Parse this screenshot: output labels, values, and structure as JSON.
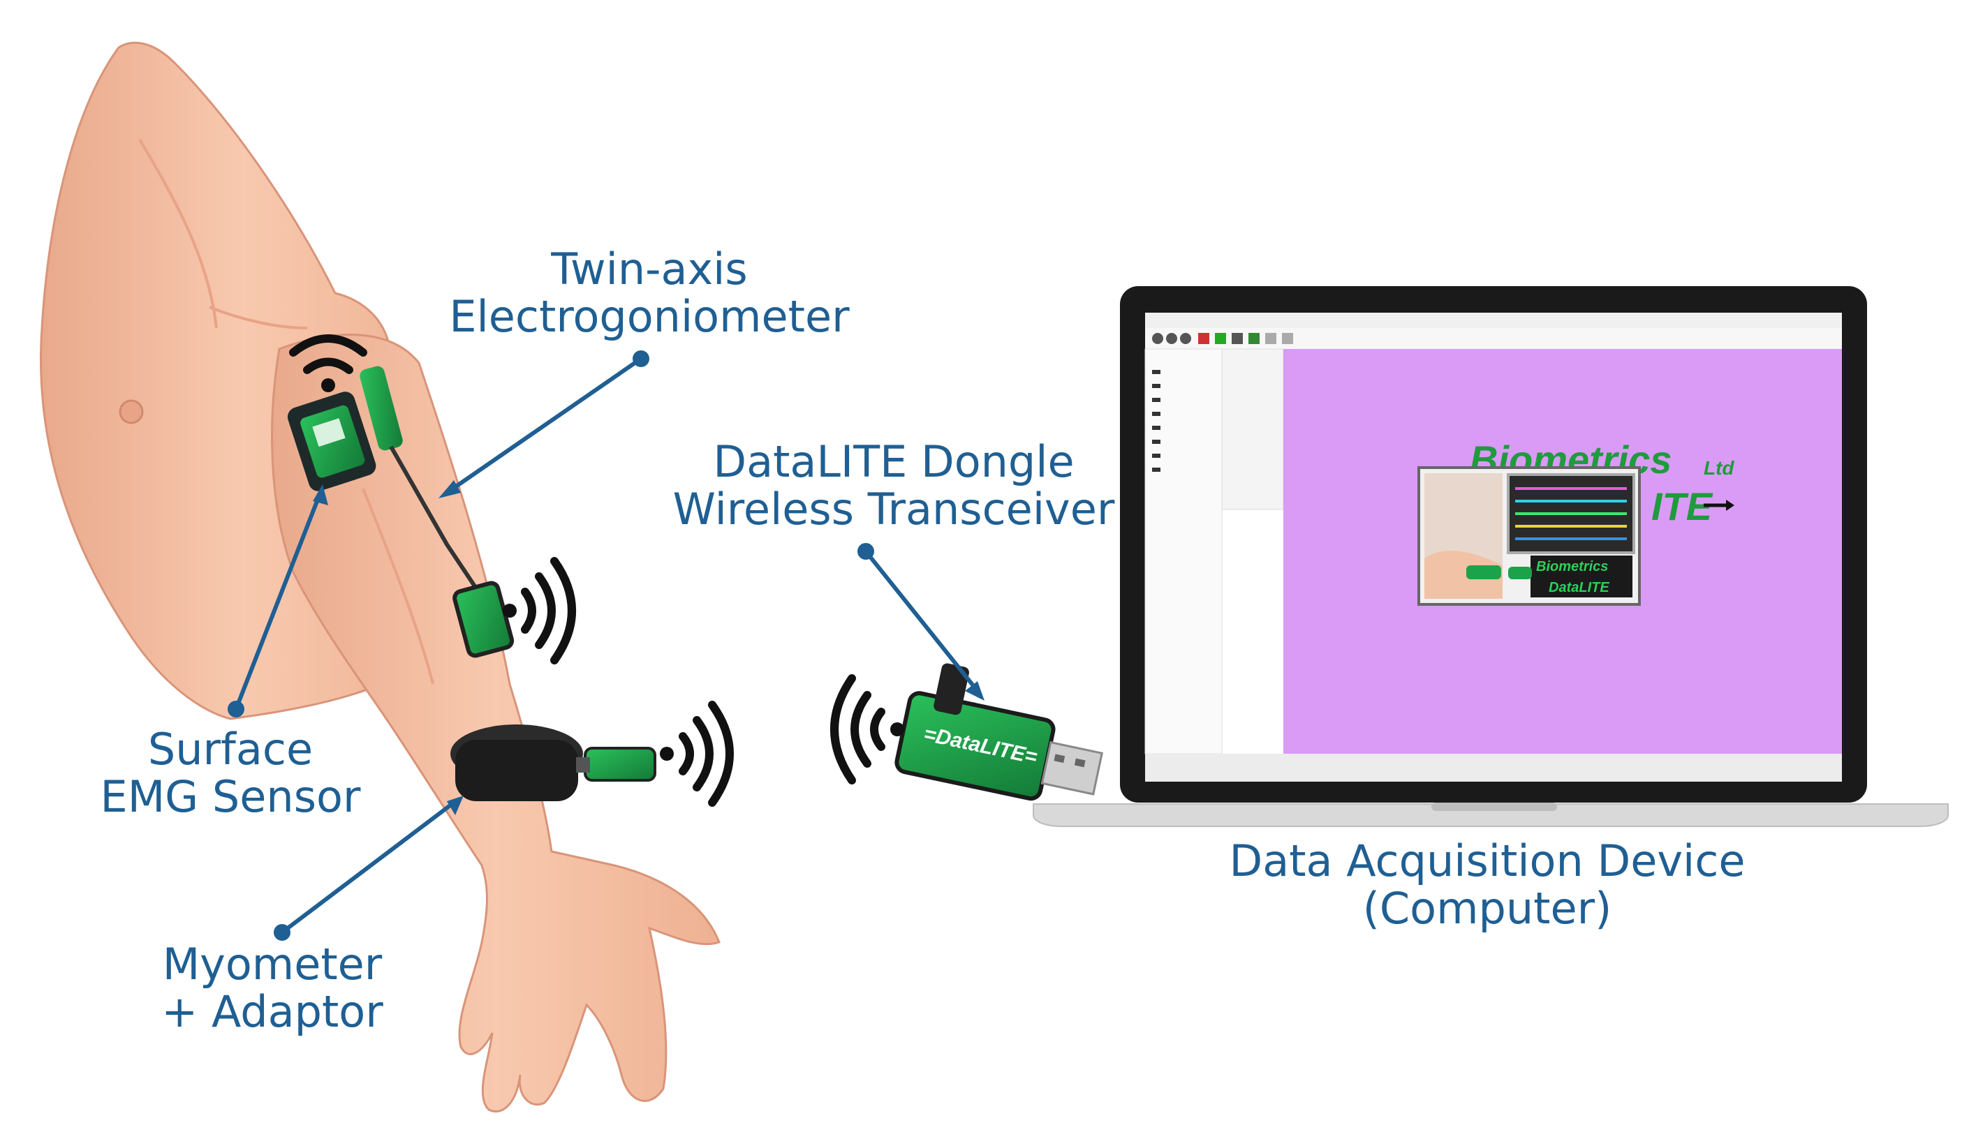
{
  "labels": {
    "electrogoniometer": {
      "line1": "Twin-axis",
      "line2": "Electrogoniometer"
    },
    "dongle": {
      "line1": "DataLITE Dongle",
      "line2": "Wireless Transceiver"
    },
    "emg_sensor": {
      "line1": "Surface",
      "line2": "EMG Sensor"
    },
    "myometer": {
      "line1": "Myometer",
      "line2": "+ Adaptor"
    },
    "daq": {
      "line1": "Data Acquisition Device",
      "line2": "(Computer)"
    }
  },
  "dongle_text": "=DataLITE=",
  "screen": {
    "logo_main": "Biometrics",
    "logo_suffix": "Ltd",
    "logo_product": "ITE",
    "inset_logo_main": "Biometrics",
    "inset_logo_product": "DataLITE"
  },
  "colors": {
    "label_blue": "#1f5f93",
    "pointer_blue": "#1f5f93",
    "skin": "#f6c0a3",
    "sensor_green": "#1aa34a",
    "screen_purple": "#d99bf5",
    "logo_green": "#1f9b3e"
  }
}
